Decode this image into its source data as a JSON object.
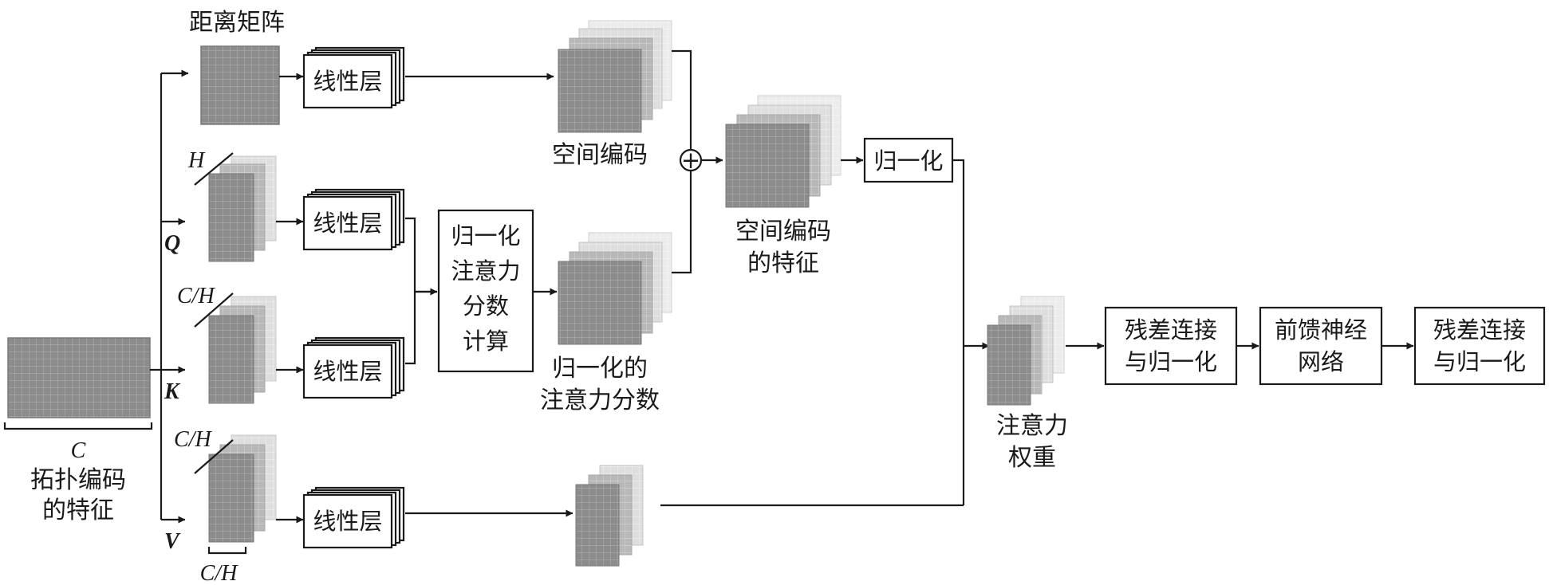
{
  "inputs": {
    "topo_feature_label": [
      "拓扑编码",
      "的特征"
    ],
    "topo_width_symbol": "C",
    "distance_matrix_label": "距离矩阵"
  },
  "branches": {
    "q_label": "Q",
    "k_label": "K",
    "v_label": "V",
    "q_dim_label": "H",
    "k_dim_label": "C/H",
    "v_dim_label": "C/H",
    "v_width_label": "C/H"
  },
  "linear_layers": {
    "label": "线性层"
  },
  "attention_score_box": {
    "lines": [
      "归一化",
      "注意力",
      "分数",
      "计算"
    ]
  },
  "normalized_scores_label": [
    "归一化的",
    "注意力分数"
  ],
  "spatial_encoding_label": "空间编码",
  "spatial_encoded_feature_label": [
    "空间编码",
    "的特征"
  ],
  "normalize_box": {
    "label": "归一化"
  },
  "attention_weight_label": [
    "注意力",
    "权重"
  ],
  "output_blocks": {
    "residual_1": [
      "残差连接",
      "与归一化"
    ],
    "feedforward": [
      "前馈神经",
      "网络"
    ],
    "residual_2": [
      "残差连接",
      "与归一化"
    ]
  },
  "sum_symbol": "+"
}
